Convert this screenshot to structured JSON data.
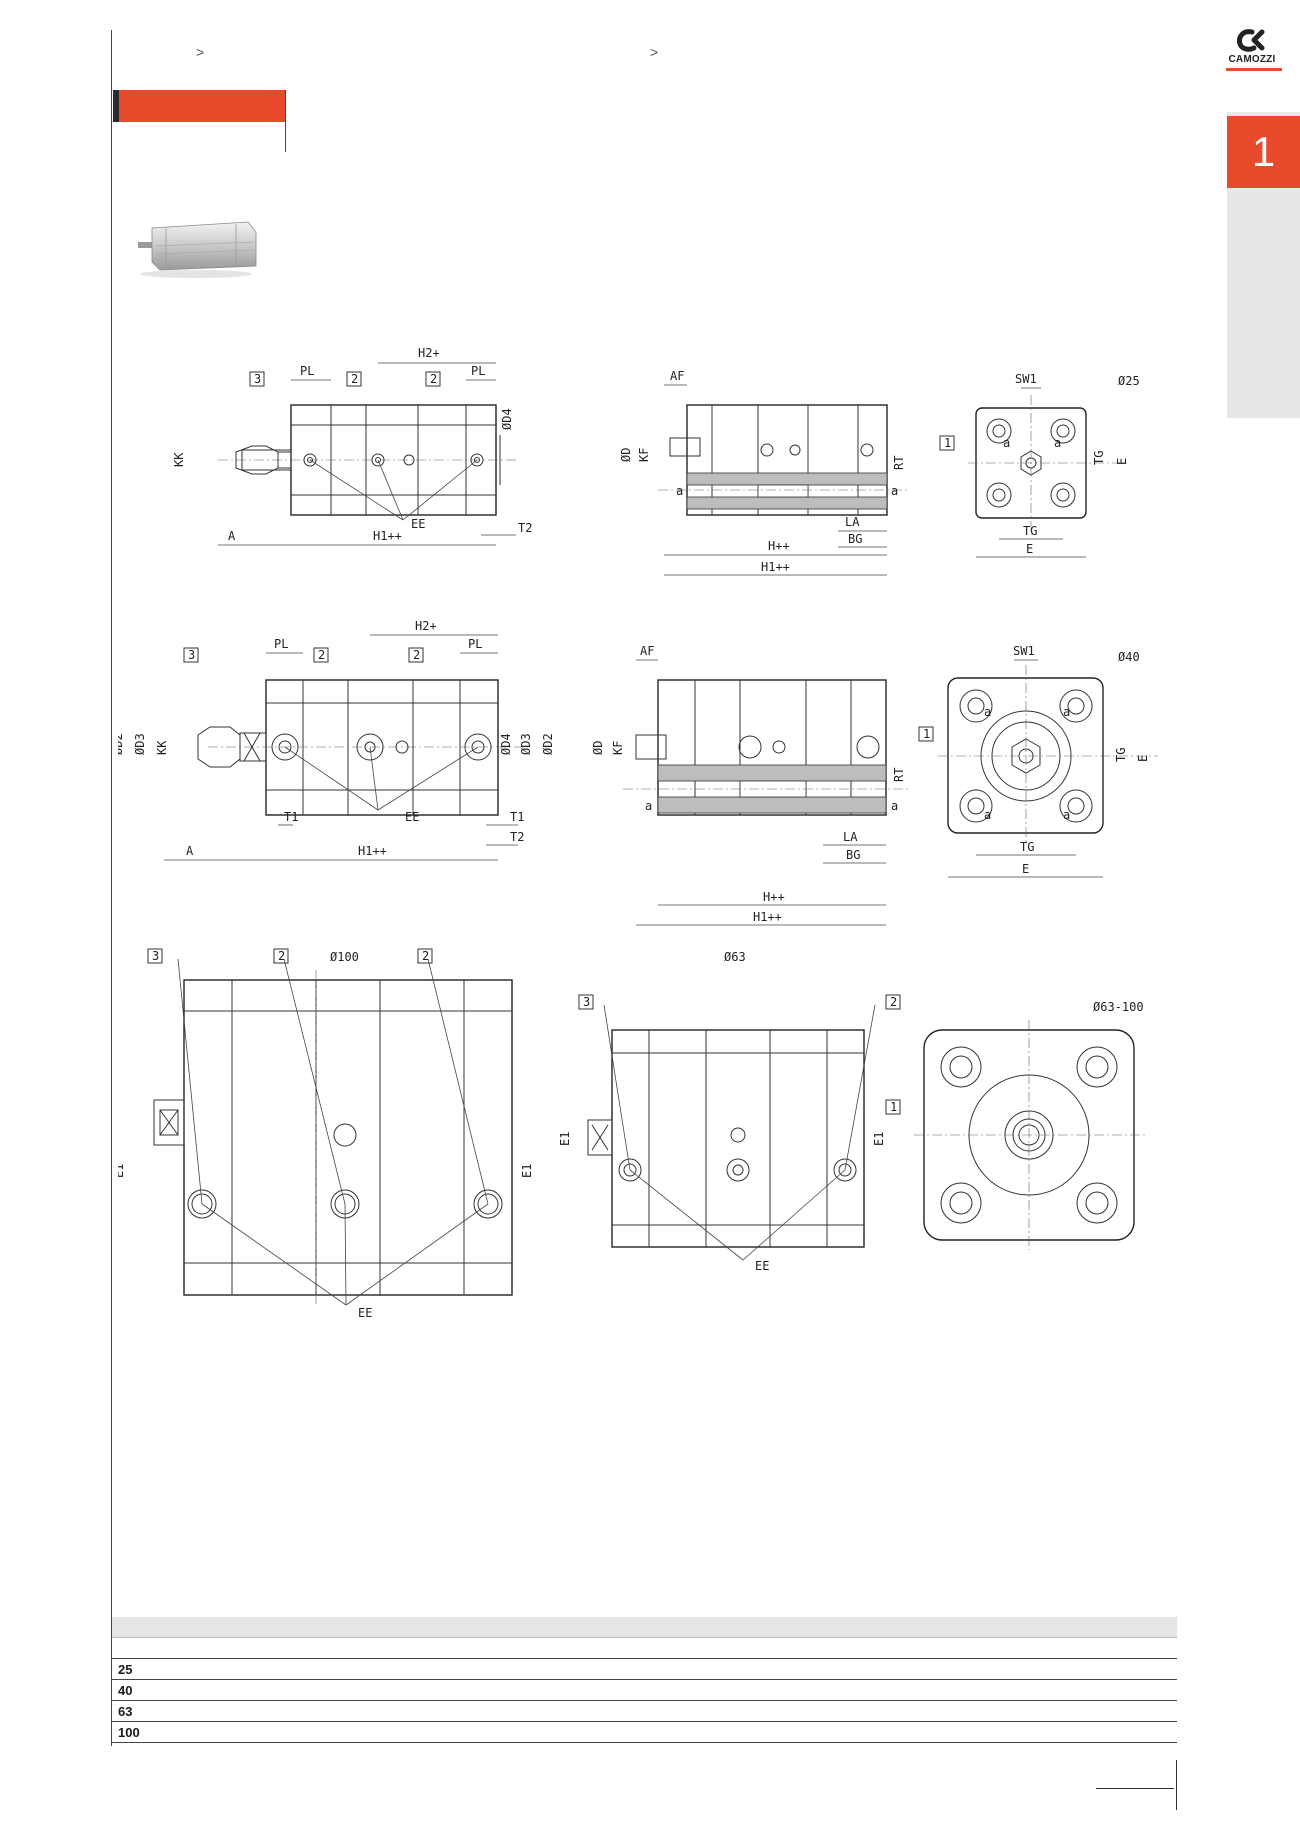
{
  "header": {
    "crumb_sep_1": ">",
    "crumb_sep_2": ">"
  },
  "brand": {
    "name": "CAMOZZI",
    "accent": "#e84b2b"
  },
  "side_tab": {
    "number": "1"
  },
  "drawing_labels": {
    "d25": "Ø25",
    "d40": "Ø40",
    "d63": "Ø63",
    "d100": "Ø100",
    "d63_100": "Ø63-100",
    "H2": "H2+",
    "H1": "H1++",
    "H": "H++",
    "PL": "PL",
    "KK": "KK",
    "A": "A",
    "EE": "EE",
    "T1": "T1",
    "T2": "T2",
    "D": "ØD",
    "D2": "ØD2",
    "D3": "ØD3",
    "D4": "ØD4",
    "KF": "KF",
    "AF": "AF",
    "RT": "RT",
    "LA": "LA",
    "BG": "BG",
    "SW1": "SW1",
    "TG": "TG",
    "E": "E",
    "E1": "E1",
    "a": "a",
    "callout_1": "1",
    "callout_2": "2",
    "callout_3": "3"
  },
  "table": {
    "rows": [
      "25",
      "40",
      "63",
      "100"
    ]
  }
}
